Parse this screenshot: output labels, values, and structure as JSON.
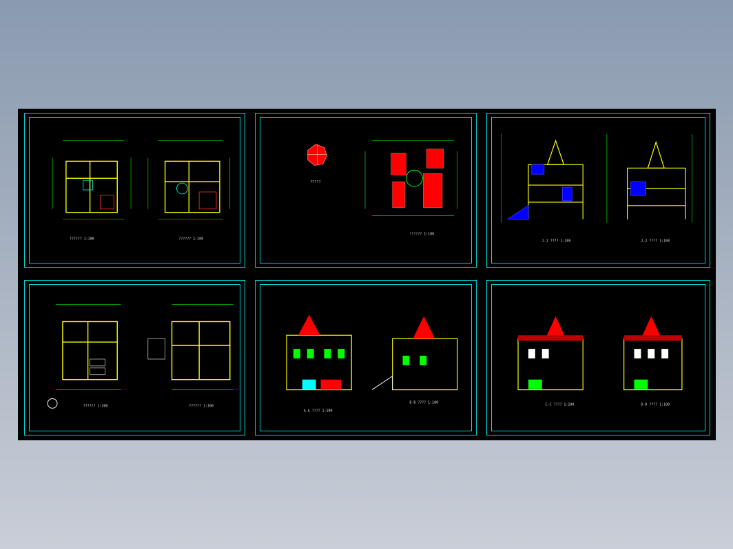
{
  "viewer": {
    "background_gradient": [
      "#8a9ab0",
      "#c9ced7"
    ],
    "drawing_background": "#000000",
    "frame_color": "#00d8d8"
  },
  "sheets": [
    {
      "id": "floor-plans-1",
      "captions": [
        "?????? 1:100",
        "?????? 1:100"
      ]
    },
    {
      "id": "roof-plan",
      "captions": [
        "?????",
        "?????? 1:100"
      ]
    },
    {
      "id": "sections",
      "captions": [
        "1-1 ???? 1:100",
        "2-2 ???? 1:100"
      ]
    },
    {
      "id": "floor-plans-2",
      "captions": [
        "?????? 1:100",
        "?????? 1:100"
      ]
    },
    {
      "id": "elevations-1",
      "captions": [
        "A-A ???? 1:100",
        "B-B ???? 1:100"
      ]
    },
    {
      "id": "elevations-2",
      "captions": [
        "C-C ???? 1:100",
        "D-D ???? 1:100"
      ]
    }
  ]
}
